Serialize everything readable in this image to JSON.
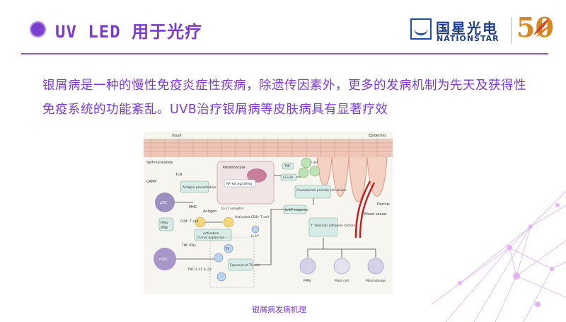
{
  "slide": {
    "title": "UV LED 用于光疗",
    "logo": {
      "cn": "国星光电",
      "en": "NATIONSTAR",
      "anniversary": "50"
    },
    "paragraph": "银屑病是一种的慢性免疫炎症性疾病，除遗传因素外，更多的发病机制为先天及获得性免疫系统的功能紊乱。UVB治疗银屑病等皮肤病具有显著疗效",
    "caption": "银屑病发病机理",
    "colors": {
      "accent": "#7a3cc9",
      "rule": "#8a55d6",
      "logo_blue": "#1f3f86",
      "anniv_gold": "#d78a1f"
    }
  },
  "diagram": {
    "labels": {
      "insult": "Insult",
      "epidermis": "Epidermis",
      "dermis": "Dermis",
      "blood_vessel": "Blood vessel",
      "self_nucleotide": "Self-nucleotide",
      "camp": "CAMP",
      "tlr": "TLR",
      "pdc": "pDC",
      "antigen_presentation": "Antigen presentation",
      "mhc": "MHC",
      "antigen": "Antigen",
      "cd8_t_cell": "CD8⁺ T cell",
      "ifna": "IFNα",
      "ifng": "IFNβ",
      "activation": "Activation",
      "clonal_expansion": "Clonal expansion",
      "activated_cd8": "Activated CD8⁺ T cell",
      "keratinocyte": "Keratinocyte",
      "nfkb": "NF-κB signalling",
      "tnf": "TNF",
      "ccl20": "CCL20",
      "tcell_small": "T cell",
      "il17_receptor": "IL-17 receptor",
      "characteristic": "Characteristic psoriatic skin lesions",
      "il17_response": "IL-17 response",
      "vascular": "↑ Vascular adhesion factors",
      "il17": "IL-17",
      "mdc": "mDC",
      "tnf_ifng": "TNF IFNγ",
      "tnf_il12_il23": "TNF IL-12 IL-23",
      "th": "Th",
      "expansion_th": "Expansion of Th cells",
      "pmn": "PMN",
      "mast_cell": "Mast cell",
      "macrophage": "Macrophage"
    }
  }
}
